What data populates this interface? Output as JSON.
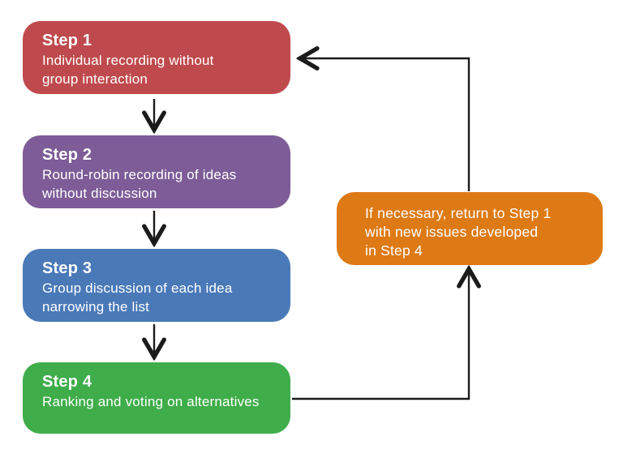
{
  "canvas": {
    "background": "#ffffff",
    "arrow_color": "#1b1b1b"
  },
  "boxes": {
    "step1": {
      "title": "Step 1",
      "line1": "Individual recording without",
      "line2": "group interaction",
      "color": "#bf4a4d"
    },
    "step2": {
      "title": "Step 2",
      "line1": "Round-robin recording of ideas",
      "line2": "without discussion",
      "color": "#7d5c97"
    },
    "step3": {
      "title": "Step 3",
      "line1": "Group discussion of each idea",
      "line2": "narrowing the list",
      "color": "#4a79b8"
    },
    "step4": {
      "title": "Step 4",
      "line1": "Ranking and voting on alternatives",
      "color": "#3fad4a"
    },
    "feedback": {
      "line1": "If necessary, return to Step 1",
      "line2": "with new issues developed",
      "line3": "in Step 4",
      "color": "#dd7a15"
    }
  }
}
